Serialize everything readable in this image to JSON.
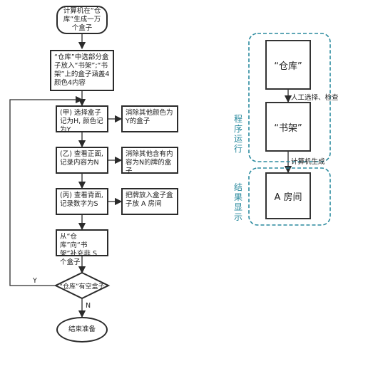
{
  "flowchart": {
    "start": "计算机在“仓库”生成一万个盒子",
    "step_select": "“仓库”中选部分盒子放入“书架”;“书架”上的盒子涵盖4颜色4内容",
    "step_jia": "(甲) 选择盒子记为H, 颜色记为Y",
    "step_yi": "(乙) 查看正面, 记录内容为N",
    "step_bing": "(丙) 查看背面, 记录数字为S",
    "step_refill": "从“仓库”向“书架”补充非 S 个盒子",
    "action_color": "消除其他颜色为Y的盒子",
    "action_content": "消除其他含有内容为N的牌的盒子",
    "action_room": "把牌放入盒子盒子放 A 房间",
    "decision": "“仓库”有空盒子",
    "label_yes": "Y",
    "label_no": "N",
    "end": "结束准备"
  },
  "system": {
    "warehouse": "“仓库”",
    "shelf": "“书架”",
    "room": "A 房间",
    "edge_manual": "人工选择、检查",
    "edge_computer": "计算机生成",
    "group_run": "程序运行",
    "group_display": "结果显示",
    "group_color": "#2a8a9e"
  }
}
